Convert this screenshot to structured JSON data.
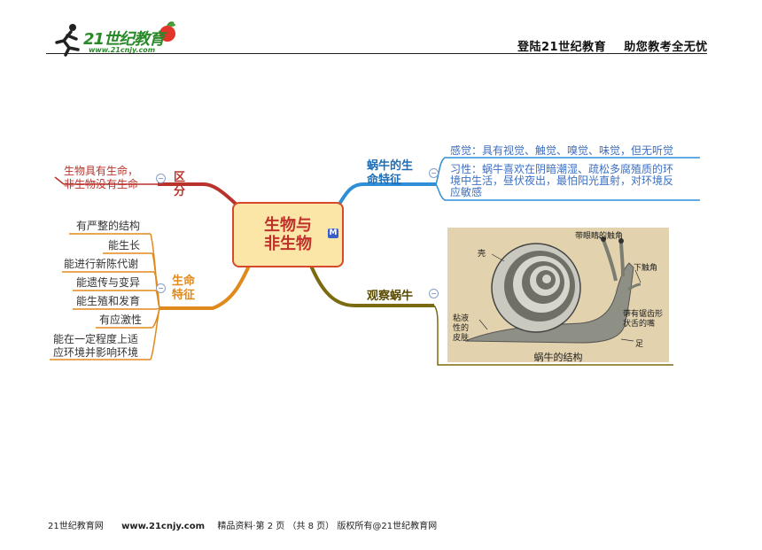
{
  "header": {
    "logo_main": "21世纪教育",
    "logo_url": "www.21cnjy.com",
    "slogan": "登陆21世纪教育    助您教考全无忧"
  },
  "mindmap": {
    "center": {
      "line1": "生物与",
      "line2": "非生物",
      "badge": "M"
    },
    "left_top": {
      "label": "区分",
      "leaf_line1": "生物具有生命，",
      "leaf_line2": "非生物没有生命"
    },
    "left_bottom": {
      "label_line1": "生命",
      "label_line2": "特征",
      "items": [
        "有严整的结构",
        "能生长",
        "能进行新陈代谢",
        "能遗传与变异",
        "能生殖和发育",
        "有应激性",
        "能在一定程度上适",
        "应环境并影响环境"
      ]
    },
    "right_top": {
      "label_line1": "蜗牛的生",
      "label_line2": "命特征",
      "items": [
        "感觉：具有视觉、触觉、嗅觉、味觉，但无听觉",
        "习性：蜗牛喜欢在阴暗潮湿、疏松多腐殖质的环",
        "境中生活，昼伏夜出，最怕阳光直射，对环境反",
        "应敏感"
      ]
    },
    "right_bottom": {
      "label": "观察蜗牛",
      "image_caption": "蜗牛的结构",
      "image_labels": {
        "shell": "壳",
        "eye_tentacle": "带眼睛的触角",
        "lower_tentacle": "下触角",
        "mouth_line1": "带有锯齿形",
        "mouth_line2": "状舌的嘴",
        "skin_line1": "粘液",
        "skin_line2": "性的",
        "skin_line3": "皮肤",
        "foot": "足"
      }
    }
  },
  "footer": {
    "site": "21世纪教育网",
    "url": "www.21cnjy.com",
    "rest": "精品资料·第 2 页 （共 8 页） 版权所有@21世纪教育网"
  },
  "colors": {
    "red_branch": "#b8332b",
    "orange_branch": "#e08a1e",
    "blue_branch": "#2e8fd6",
    "olive_branch": "#7a6a10",
    "center_fill": "#fbe6a8",
    "center_border": "#d44a2a"
  }
}
